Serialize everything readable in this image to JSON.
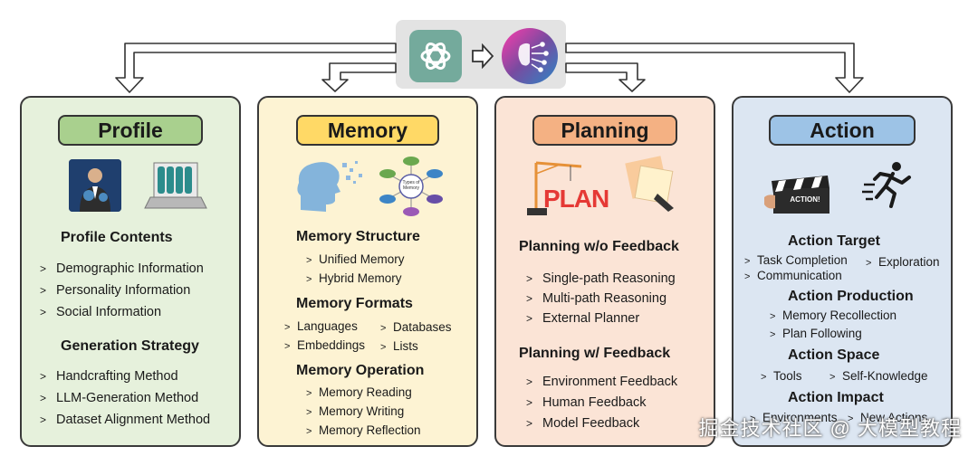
{
  "header": {
    "center_box_color": "#e5e5e5"
  },
  "panels": {
    "profile": {
      "title": "Profile",
      "bg": "#e6f1dc",
      "title_bg": "#a9d08e",
      "sec1": "Profile Contents",
      "items1": [
        "Demographic Information",
        "Personality Information",
        "Social Information"
      ],
      "sec2": "Generation Strategy",
      "items2": [
        "Handcrafting Method",
        "LLM-Generation Method",
        "Dataset  Alignment Method"
      ]
    },
    "memory": {
      "title": "Memory",
      "bg": "#fdf3d3",
      "title_bg": "#ffd966",
      "sec1": "Memory Structure",
      "items1": [
        "Unified Memory",
        "Hybrid Memory"
      ],
      "sec2": "Memory Formats",
      "formats_left": [
        "Languages",
        "Embeddings"
      ],
      "formats_right": [
        "Databases",
        "Lists"
      ],
      "sec3": "Memory Operation",
      "items3": [
        "Memory Reading",
        "Memory Writing",
        "Memory Reflection"
      ],
      "icon_text": "Types of Memory"
    },
    "planning": {
      "title": "Planning",
      "bg": "#fbe4d6",
      "title_bg": "#f4b183",
      "icon_text": "PLAN",
      "sec1": "Planning w/o Feedback",
      "items1": [
        "Single-path Reasoning",
        "Multi-path Reasoning",
        "External Planner"
      ],
      "sec2": "Planning w/ Feedback",
      "items2": [
        "Environment Feedback",
        "Human Feedback",
        "Model Feedback"
      ]
    },
    "action": {
      "title": "Action",
      "bg": "#dce6f2",
      "title_bg": "#9dc3e6",
      "icon_text": "ACTION!",
      "sec1": "Action Target",
      "target_items": [
        "Task Completion",
        "Exploration",
        "Communication"
      ],
      "sec2": "Action Production",
      "items2": [
        "Memory Recollection",
        "Plan Following"
      ],
      "sec3": "Action Space",
      "space_items": [
        "Tools",
        "Self-Knowledge"
      ],
      "sec4": "Action Impact",
      "impact_items": [
        "Environments",
        "New Actions"
      ]
    }
  },
  "watermark": "掘金技术社区 @ 大模型教程"
}
